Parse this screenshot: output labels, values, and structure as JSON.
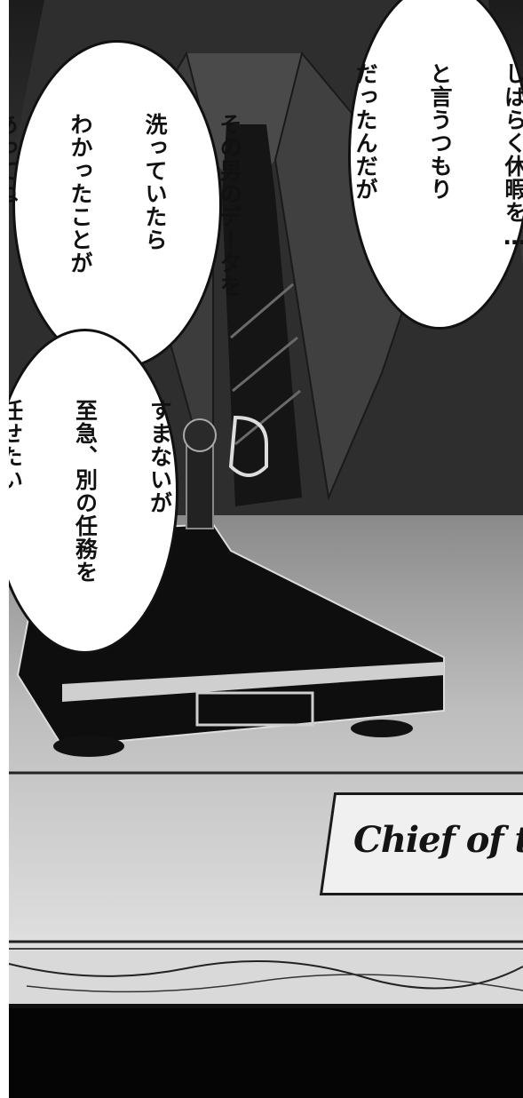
{
  "bubbles": {
    "b1": {
      "lines": [
        "しばらく休暇を…",
        "と言うつもり",
        "だったんだが"
      ]
    },
    "b2": {
      "lines": [
        "その男のデータを",
        "洗っていたら",
        "わかったことが",
        "あってね"
      ]
    },
    "b3": {
      "lines": [
        "すまないが",
        "至急、別の任務を",
        "任せたい"
      ]
    }
  },
  "nameplate": {
    "text": "Chief of th"
  },
  "colors": {
    "background": "#101010",
    "bubble": "#ffffff",
    "ink": "#111111"
  }
}
